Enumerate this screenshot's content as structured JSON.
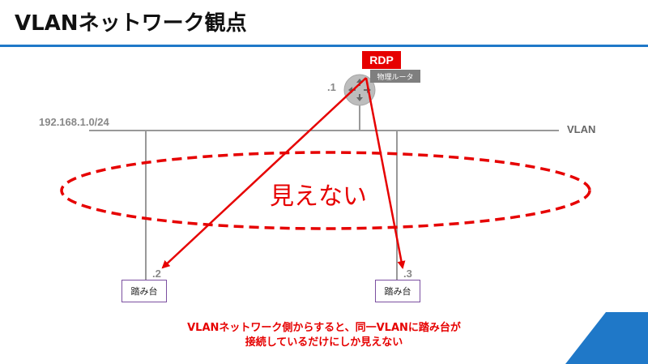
{
  "title": "VLANネットワーク観点",
  "network": {
    "subnet": "192.168.1.0/24",
    "vlan_label": "VLAN"
  },
  "router": {
    "badge": "RDP",
    "tag": "物理ルータ",
    "address": ".1"
  },
  "hosts": [
    {
      "label": "踏み台",
      "address": ".2"
    },
    {
      "label": "踏み台",
      "address": ".3"
    }
  ],
  "invisible_label": "見えない",
  "caption": {
    "line1": "VLANネットワーク側からすると、同一VLANに踏み台が",
    "line2": "接続しているだけにしか見えない"
  },
  "colors": {
    "accent_blue": "#1f78c8",
    "red": "#e60000",
    "host_border": "#7b4fa0",
    "line_gray": "#999999"
  }
}
